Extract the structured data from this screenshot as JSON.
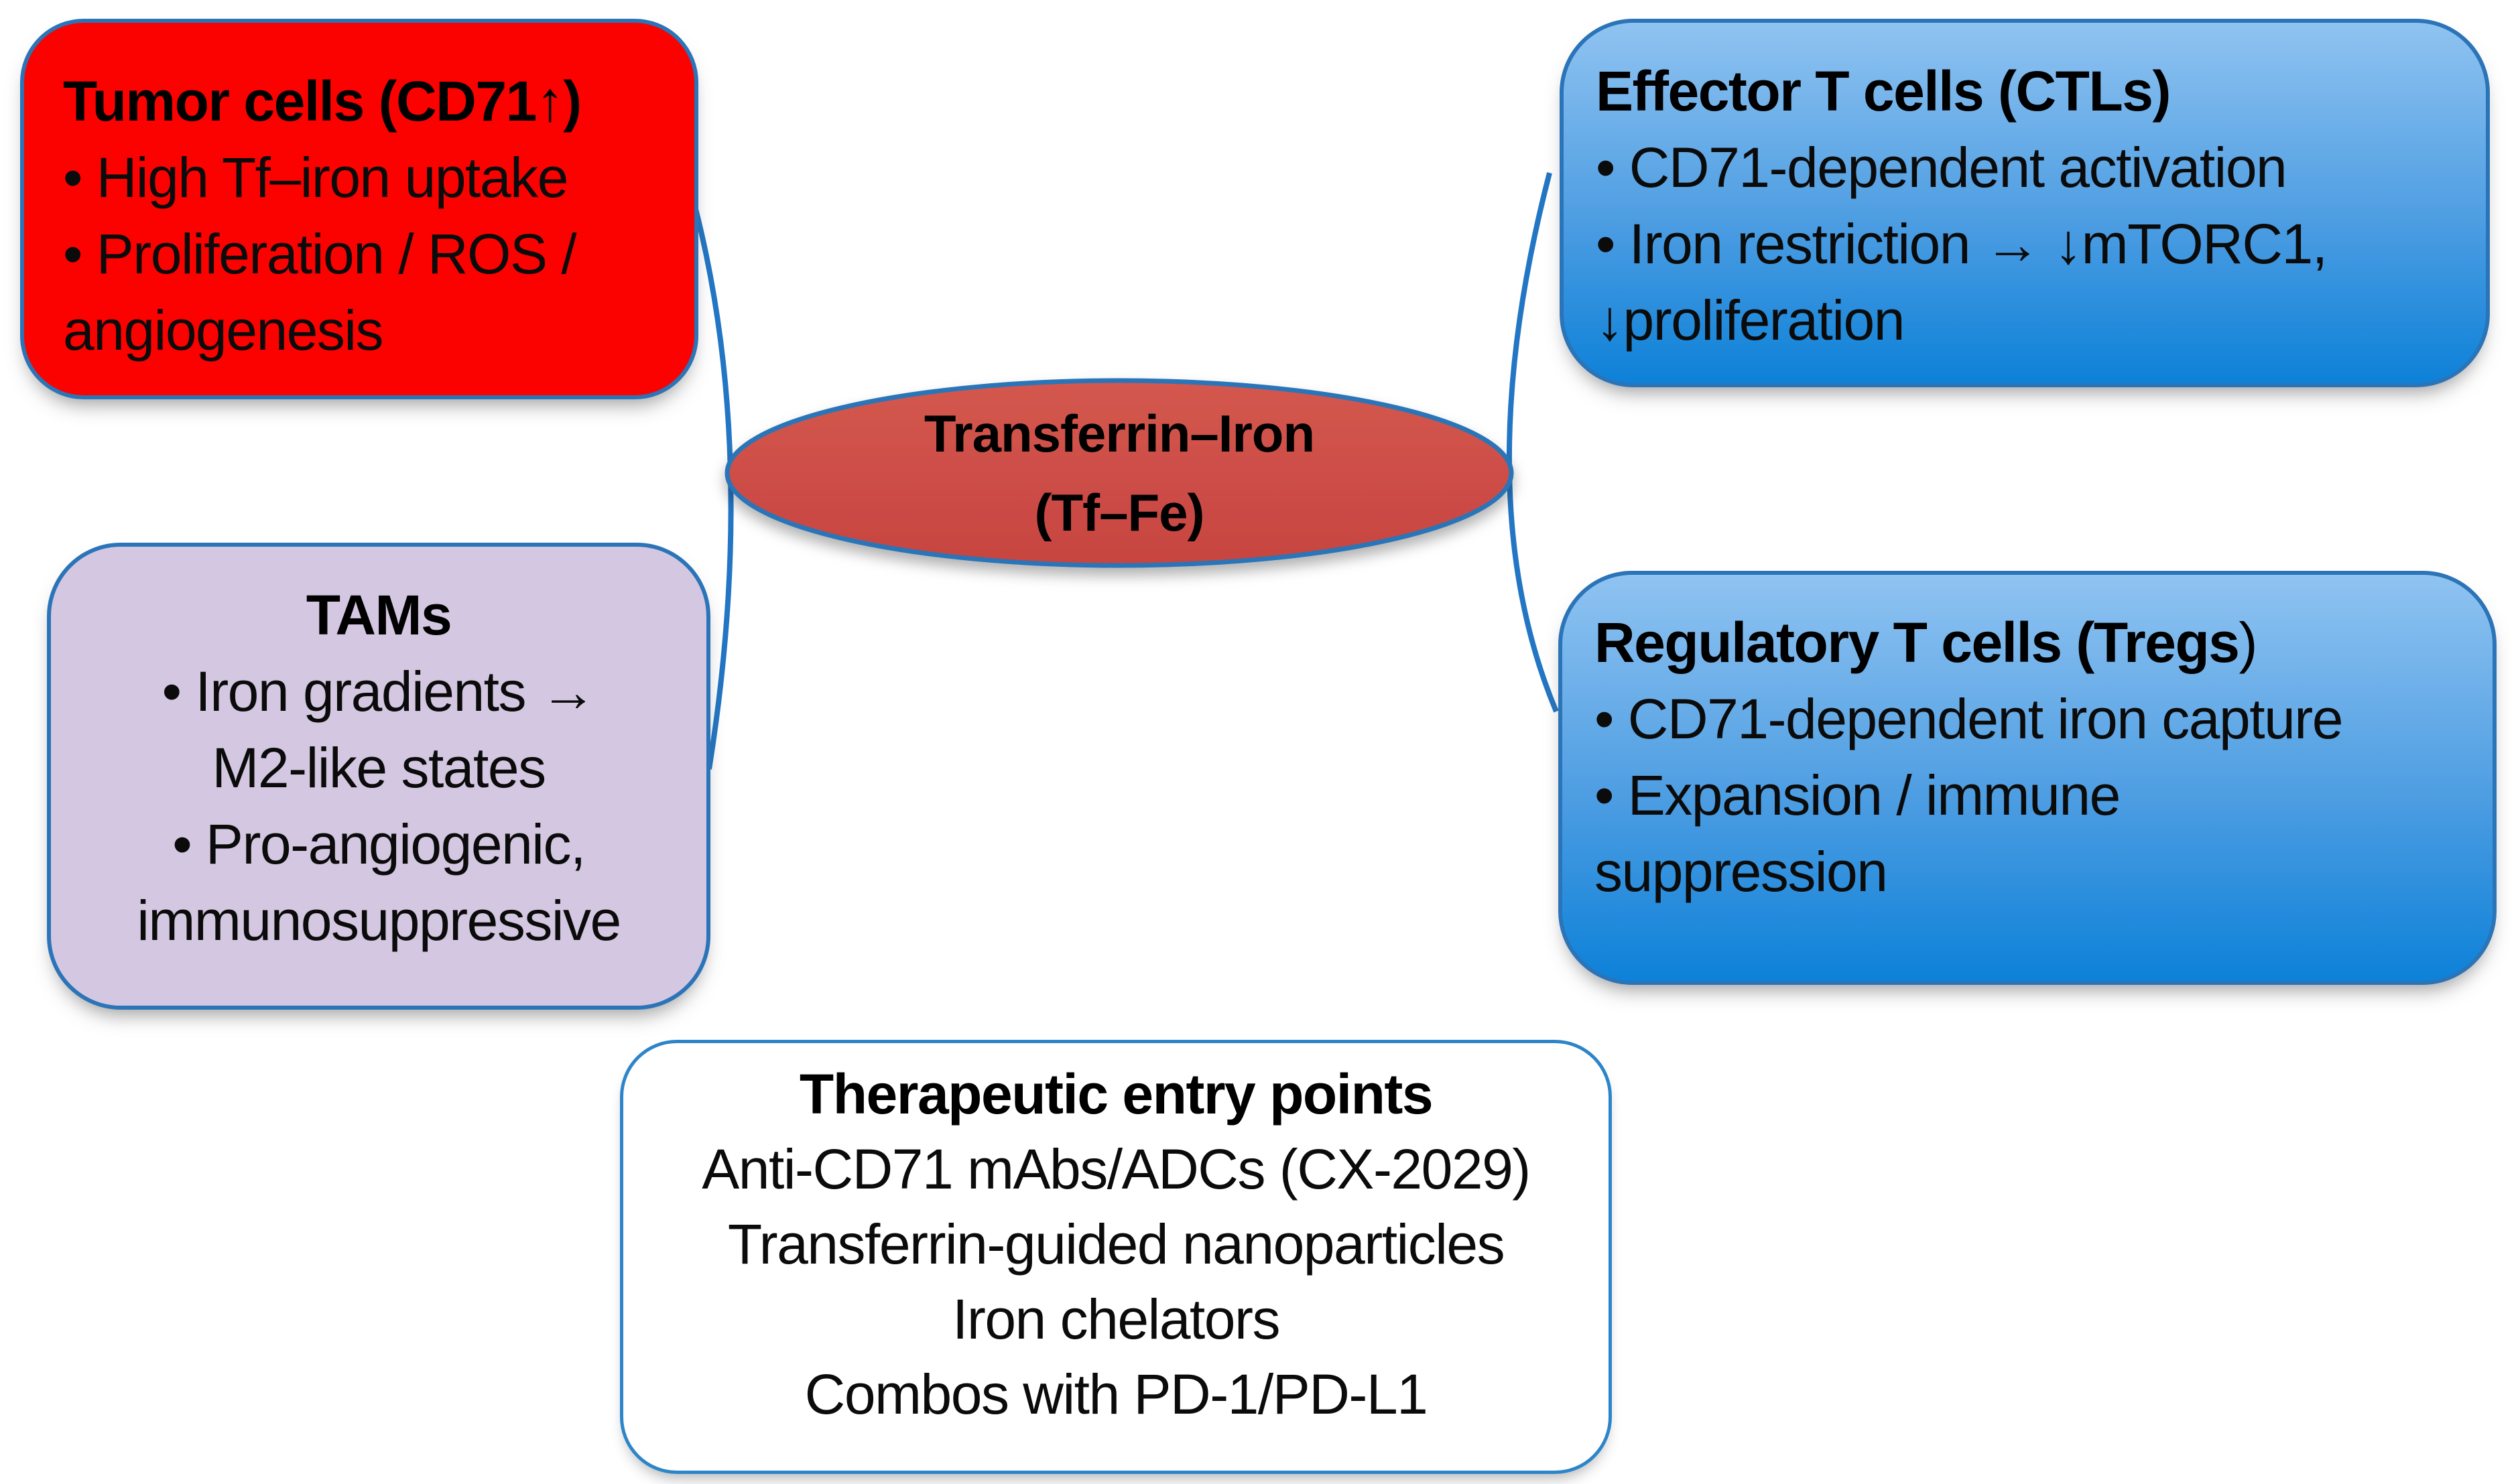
{
  "colors": {
    "red_fill": "#fb0200",
    "blue_top": "#8fc3f1",
    "blue_bottom": "#0d81d8",
    "lavender_fill": "#d4c7e1",
    "ellipse_fill": "#ce4b47",
    "box_border": "#2b74b8",
    "white_box_border": "#2d85c9",
    "connector": "#2376c3"
  },
  "center_node": {
    "line1": "Transferrin–Iron",
    "line2": "(Tf–Fe)"
  },
  "boxes": {
    "tumor": {
      "title": "Tumor cells (CD71↑)",
      "lines": [
        "• High Tf–iron uptake",
        "• Proliferation / ROS /",
        "angiogenesis"
      ]
    },
    "effector": {
      "title": "Effector T cells (CTLs)",
      "lines": [
        "• CD71-dependent activation",
        "• Iron restriction → ↓mTORC1,",
        "↓proliferation"
      ]
    },
    "tams": {
      "title": "TAMs",
      "lines": [
        "• Iron gradients →",
        "M2-like states",
        "• Pro-angiogenic,",
        "immunosuppressive"
      ]
    },
    "tregs": {
      "title_main": "Regulatory T cells (Tregs",
      "title_paren": ")",
      "lines": [
        "• CD71-dependent iron capture",
        "• Expansion / immune",
        "suppression"
      ]
    },
    "therapeutic": {
      "title": "Therapeutic entry points",
      "lines": [
        "Anti-CD71 mAbs/ADCs (CX-2029)",
        "Transferrin-guided nanoparticles",
        "Iron chelators",
        "Combos with PD-1/PD-L1"
      ]
    }
  }
}
